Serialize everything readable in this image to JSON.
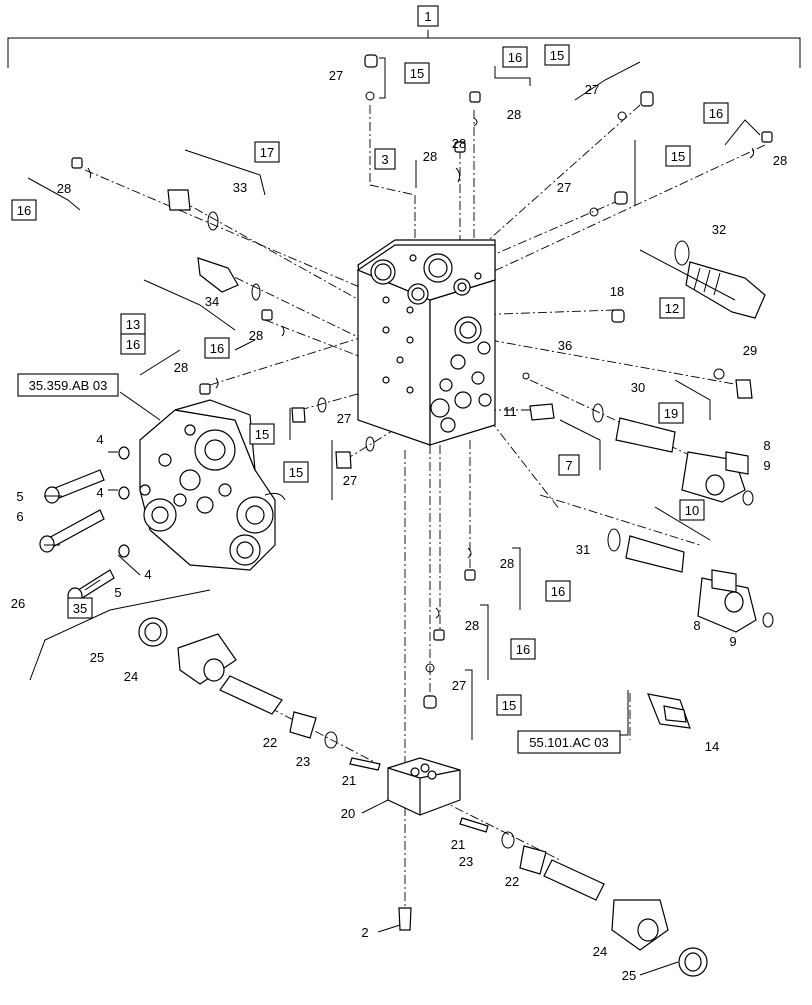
{
  "diagram": {
    "callouts": {
      "c1": "1",
      "c2": "2",
      "c3": "3",
      "c4a": "4",
      "c4b": "4",
      "c4c": "4",
      "c5a": "5",
      "c5b": "5",
      "c6": "6",
      "c7": "7",
      "c8a": "8",
      "c8b": "8",
      "c9a": "9",
      "c9b": "9",
      "c10": "10",
      "c11": "11",
      "c12": "12",
      "c13": "13",
      "c14": "14",
      "c15a": "15",
      "c15b": "15",
      "c15c": "15",
      "c15d": "15",
      "c15e": "15",
      "c15f": "15",
      "c16a": "16",
      "c16b": "16",
      "c16c": "16",
      "c16d": "16",
      "c16e": "16",
      "c16f": "16",
      "c16g": "16",
      "c17": "17",
      "c18": "18",
      "c19": "19",
      "c20": "20",
      "c21a": "21",
      "c21b": "21",
      "c22a": "22",
      "c22b": "22",
      "c23a": "23",
      "c23b": "23",
      "c24a": "24",
      "c24b": "24",
      "c25a": "25",
      "c25b": "25",
      "c26": "26",
      "c27a": "27",
      "c27b": "27",
      "c27c": "27",
      "c27d": "27",
      "c27e": "27",
      "c27f": "27",
      "c28a": "28",
      "c28b": "28",
      "c28c": "28",
      "c28d": "28",
      "c28e": "28",
      "c28f": "28",
      "c28g": "28",
      "c28h": "28",
      "c28i": "28",
      "c29": "29",
      "c30": "30",
      "c31": "31",
      "c32": "32",
      "c33": "33",
      "c34": "34",
      "c35": "35",
      "c36": "36"
    },
    "references": {
      "ref_pump": "35.359.AB 03",
      "ref_connector": "55.101.AC 03"
    }
  }
}
